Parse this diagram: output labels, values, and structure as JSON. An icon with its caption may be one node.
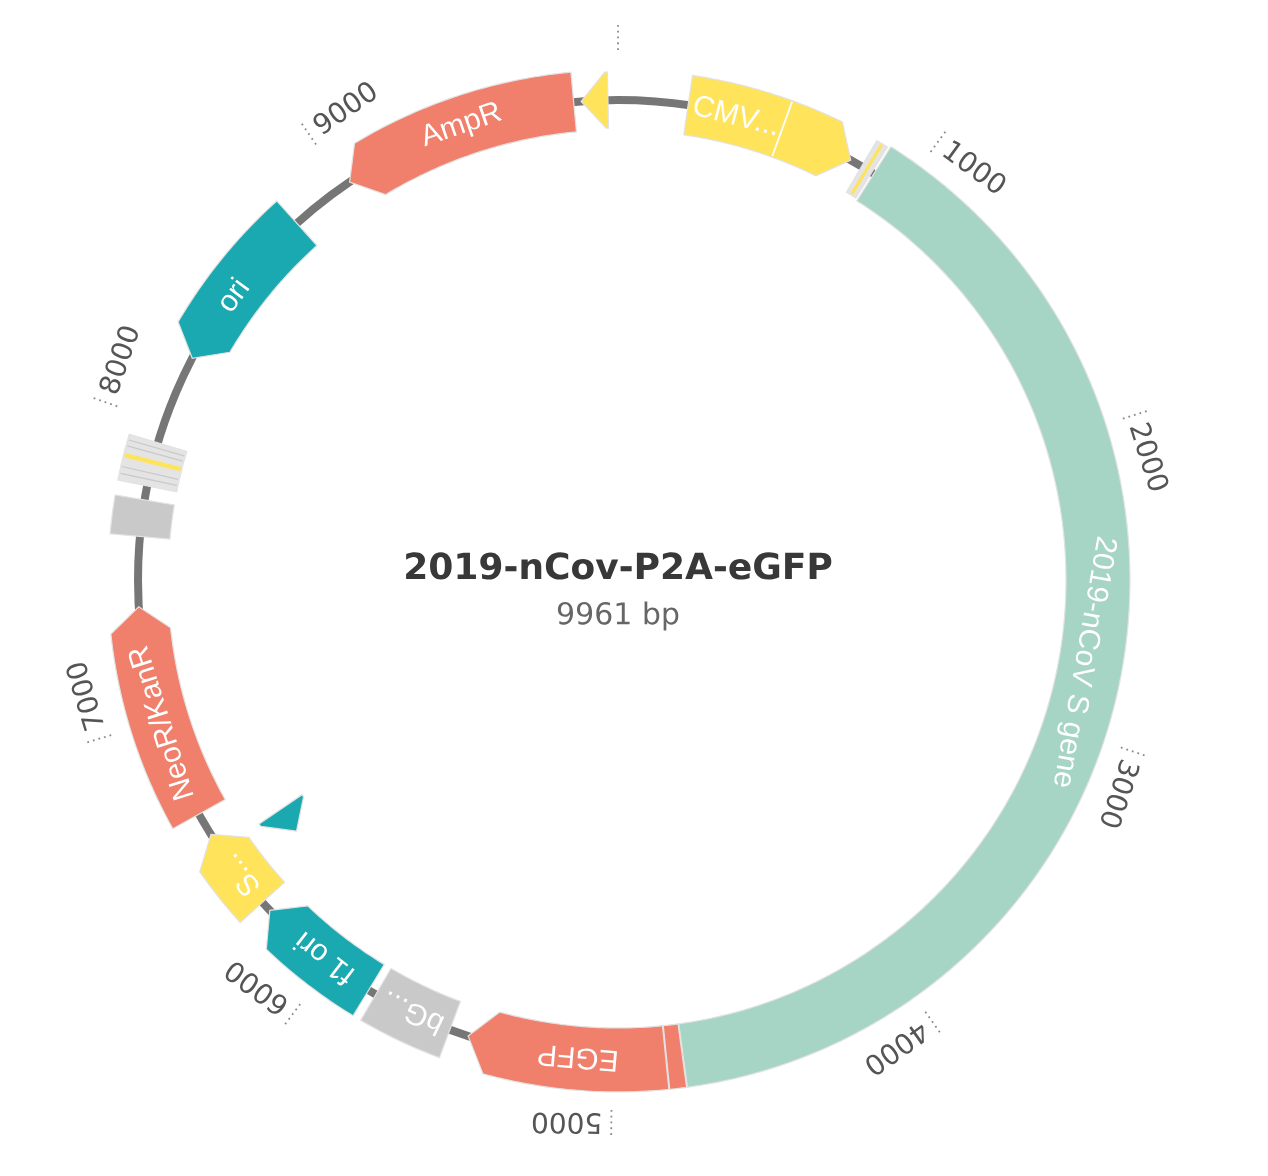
{
  "diagram": {
    "title": "2019-nCov-P2A-eGFP",
    "nodes": [
      {
        "text": [
          "CMV..."
        ]
      },
      {
        "text": [],
        "shape": "box"
      },
      {
        "text": [
          "2019-nCoV S gene"
        ]
      },
      {
        "text": [],
        "shape": "box"
      },
      {
        "text": [
          "EGFP"
        ]
      },
      {
        "text": [
          "bG..."
        ]
      },
      {
        "text": [
          "f1 ori"
        ]
      },
      {
        "text": [
          "S..."
        ]
      },
      {
        "text": [],
        "shape": "triangle"
      },
      {
        "text": [
          "NeoR/KanR"
        ]
      },
      {
        "text": [],
        "shape": "box"
      },
      {
        "text": [],
        "shape": "box"
      },
      {
        "text": [
          "ori"
        ]
      },
      {
        "text": [
          "AmpR"
        ]
      },
      {
        "text": [],
        "shape": "triangle"
      }
    ],
    "labels": [
      "9000",
      "1000",
      "8000",
      "2000",
      "9961 bp",
      "7000",
      "3000",
      "6000",
      "4000",
      "5000"
    ]
  }
}
